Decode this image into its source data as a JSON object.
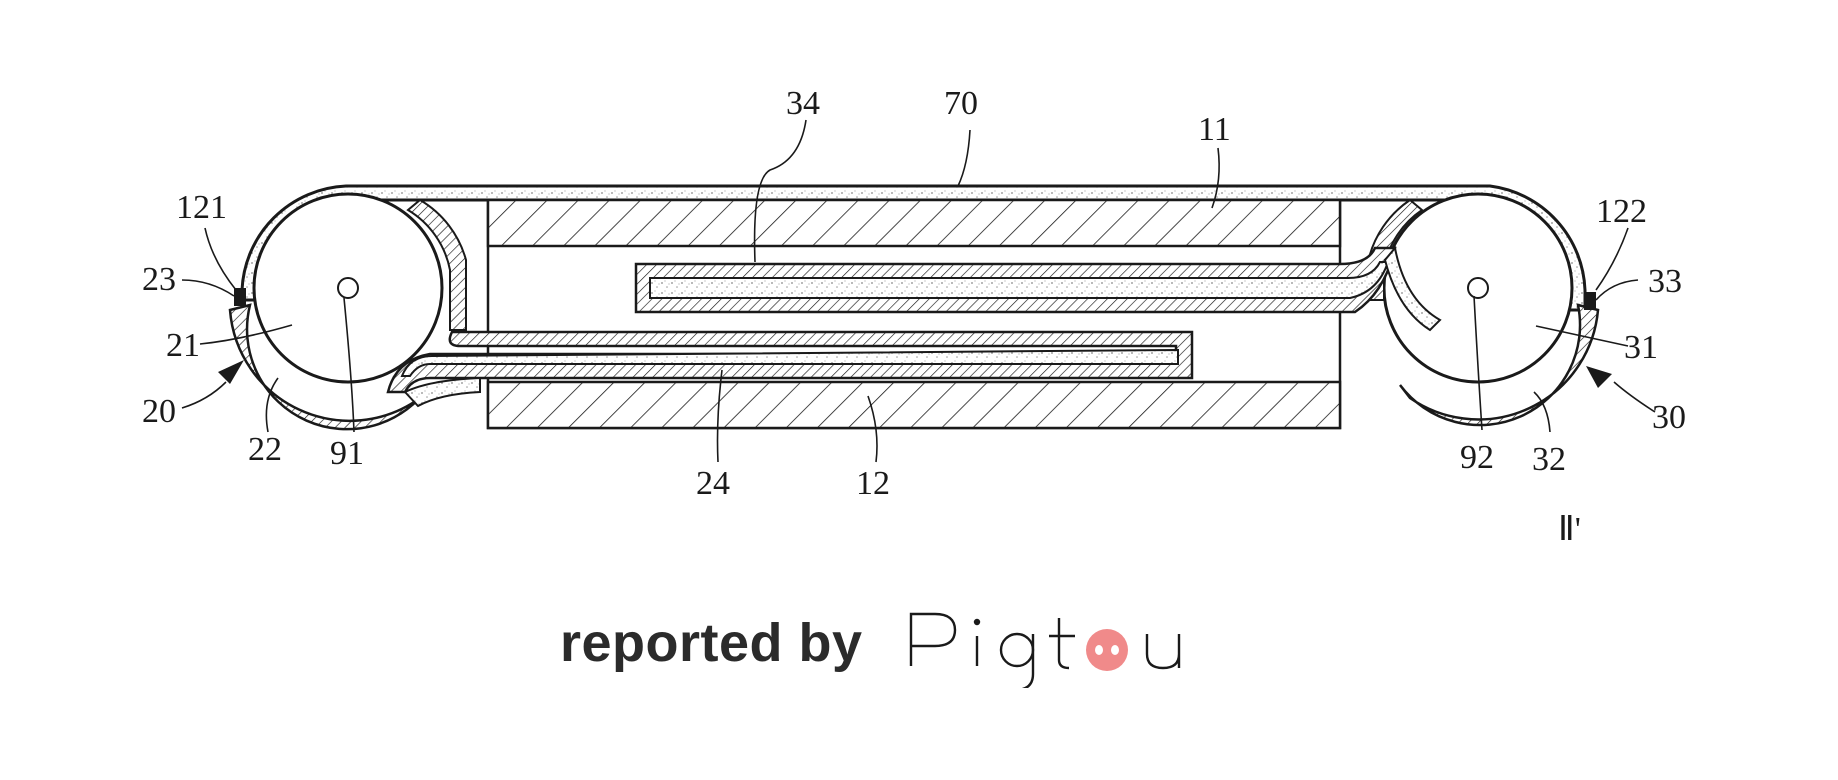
{
  "figure": {
    "reference_numerals": {
      "n34": "34",
      "n70": "70",
      "n11": "11",
      "n121": "121",
      "n122": "122",
      "n23": "23",
      "n33": "33",
      "n21": "21",
      "n31": "31",
      "n20": "20",
      "n30": "30",
      "n22": "22",
      "n91": "91",
      "n92": "92",
      "n32": "32",
      "n24": "24",
      "n12": "12"
    },
    "section_label": "Ⅱ'"
  },
  "credit": {
    "prefix": "reported by",
    "brand": "Pigtou",
    "brand_accent_color": "#f08a8a"
  },
  "colors": {
    "line": "#1a1a1a",
    "background": "#ffffff",
    "stipple": "#d8d8d8"
  }
}
